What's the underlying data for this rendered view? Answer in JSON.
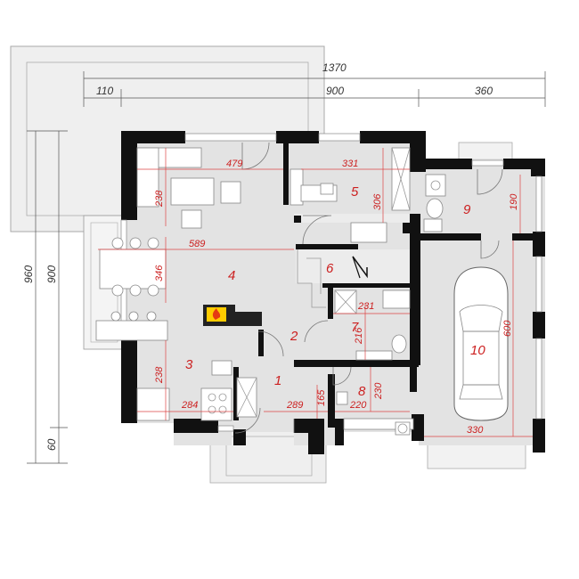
{
  "overall_dimensions": {
    "total_width": "1370",
    "segments": [
      "110",
      "900",
      "360"
    ],
    "left_heights": [
      "960",
      "900",
      "60"
    ]
  },
  "rooms": [
    {
      "number": "1"
    },
    {
      "number": "2"
    },
    {
      "number": "3"
    },
    {
      "number": "4"
    },
    {
      "number": "5"
    },
    {
      "number": "6"
    },
    {
      "number": "7"
    },
    {
      "number": "8"
    },
    {
      "number": "9"
    },
    {
      "number": "10"
    }
  ],
  "room_dimensions": {
    "d479": "479",
    "d331": "331",
    "d238a": "238",
    "d306": "306",
    "d190": "190",
    "d589": "589",
    "d346": "346",
    "d231": "231",
    "d216": "216",
    "d600": "600",
    "d238b": "238",
    "d284": "284",
    "d289": "289",
    "d165": "165",
    "d220": "220",
    "d230": "230",
    "d330": "330"
  },
  "colors": {
    "floor": "#e3e3e3",
    "walls": "#111111",
    "dimension_text": "#cc1f1f",
    "terrace": "#efefef"
  }
}
